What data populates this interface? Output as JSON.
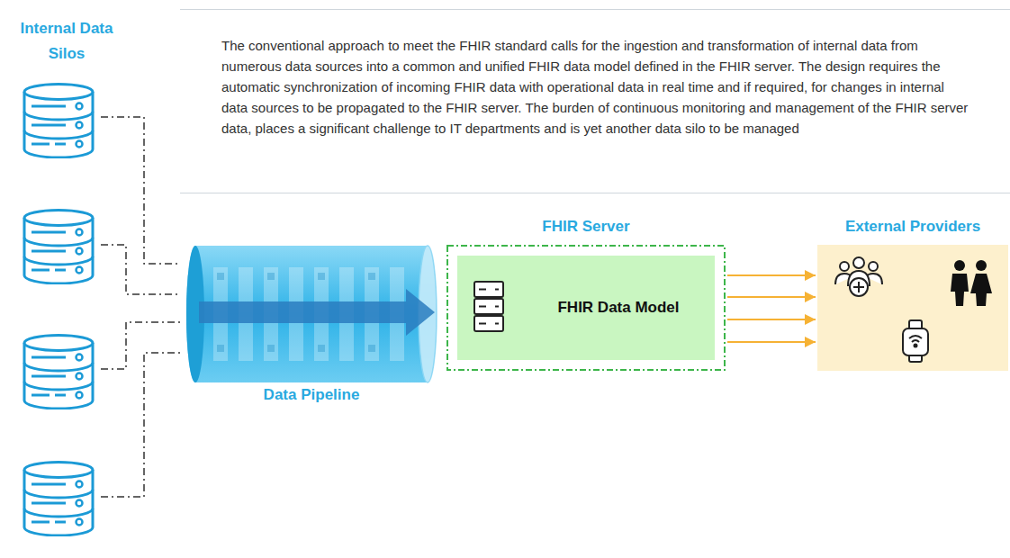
{
  "diagram": {
    "nodes": [
      {
        "text": [
          "The conventional approach to meet the FHIR standard calls for the ingestion and transformation of internal data from numerous data sources into a common and unified FHIR data model defined in the FHIR server. The design requires the automatic synchronization of incoming FHIR data with operational data in real time and if required, for changes in internal data sources to be propagated to the FHIR server. The burden of continuous monitoring and management of the FHIR server data, places a significant challenge to IT departments and is yet another data silo to be managed"
        ]
      },
      {
        "text": [
          "Data Pipeline"
        ]
      },
      {
        "text": [
          "FHIR Server"
        ]
      },
      {
        "text": [
          "FHIR Data Model"
        ],
        "in": 2
      },
      {
        "text": [
          "External Providers"
        ]
      }
    ],
    "edges": [
      {
        "from": 2,
        "to": 4,
        "arrow": "to"
      },
      {
        "from": 2,
        "to": 4,
        "arrow": "to"
      },
      {
        "from": 2,
        "to": 4,
        "arrow": "to"
      },
      {
        "from": 2,
        "to": 4,
        "arrow": "to"
      }
    ],
    "labels": [
      "Internal Data Silos"
    ]
  }
}
